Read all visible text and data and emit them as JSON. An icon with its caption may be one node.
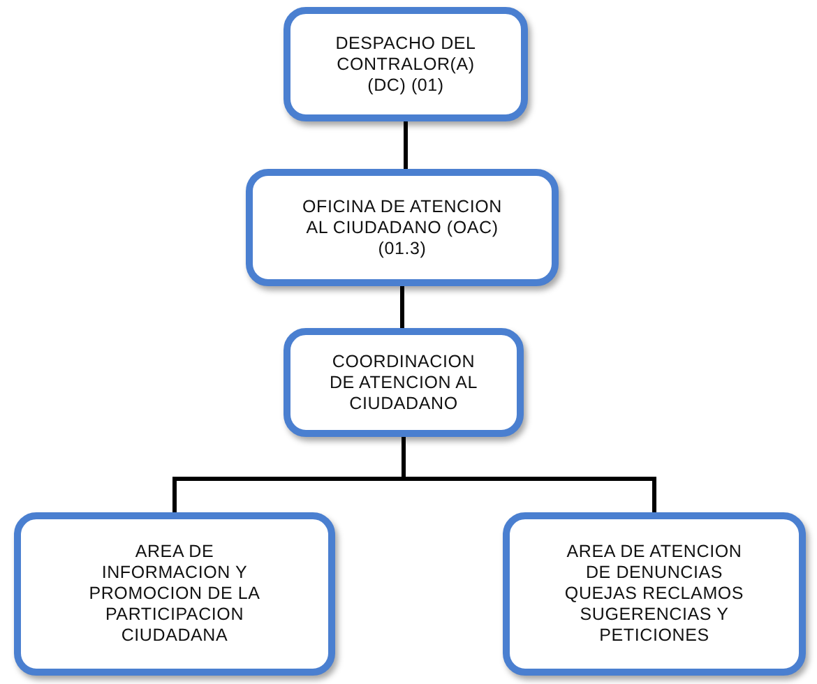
{
  "diagram": {
    "nodes": [
      {
        "text": [
          "DESPACHO DEL CONTRALOR(A) (DC) (01)"
        ]
      },
      {
        "text": [
          "OFICINA DE ATENCION AL CIUDADANO (OAC) (01.3)"
        ]
      },
      {
        "text": [
          "COORDINACION DE ATENCION AL CIUDADANO"
        ]
      },
      {
        "text": [
          "AREA DE INFORMACION Y PROMOCION DE LA PARTICIPACION CIUDADANA"
        ]
      },
      {
        "text": [
          "AREA DE ATENCION DE DENUNCIAS QUEJAS RECLAMOS SUGERENCIAS Y PETICIONES"
        ]
      }
    ],
    "edges": [
      {
        "from": 0,
        "to": 1,
        "arrow": "none"
      },
      {
        "from": 1,
        "to": 2,
        "arrow": "none"
      },
      {
        "from": 2,
        "to": 3,
        "arrow": "none"
      },
      {
        "from": 2,
        "to": 4,
        "arrow": "none"
      }
    ]
  }
}
